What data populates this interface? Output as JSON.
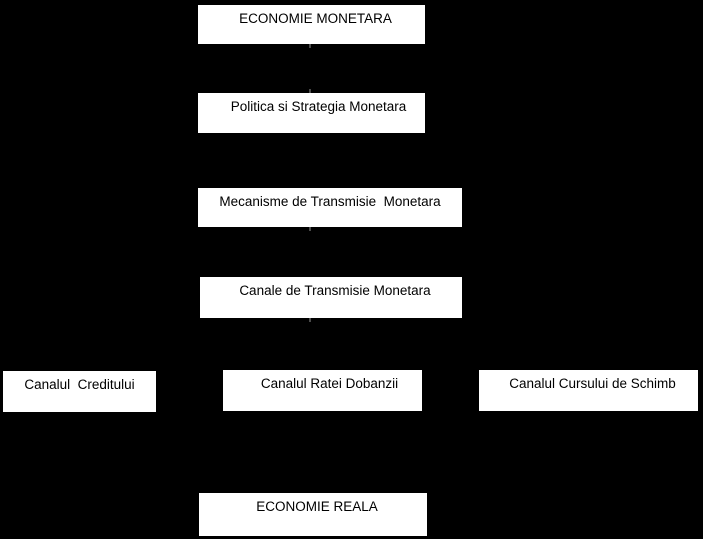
{
  "diagram": {
    "title": "Monetary transmission flowchart",
    "background_color": "#000000",
    "node_fill_color": "#ffffff",
    "node_text_color": "#000000",
    "nodes": [
      {
        "id": "economie-monetara",
        "label": "ECONOMIE MONETARA"
      },
      {
        "id": "politica-strategia",
        "label": "Politica si Strategia Monetara"
      },
      {
        "id": "mecanisme-transmisie",
        "label": "Mecanisme de Transmisie  Monetara"
      },
      {
        "id": "canale-transmisie",
        "label": "Canale de Transmisie Monetara"
      },
      {
        "id": "canalul-creditului",
        "label": "Canalul  Creditului"
      },
      {
        "id": "canalul-ratei-dobanzii",
        "label": "Canalul Ratei Dobanzii"
      },
      {
        "id": "canalul-cursului-schimb",
        "label": "Canalul Cursului de Schimb"
      },
      {
        "id": "economie-reala",
        "label": "ECONOMIE REALA"
      }
    ]
  }
}
